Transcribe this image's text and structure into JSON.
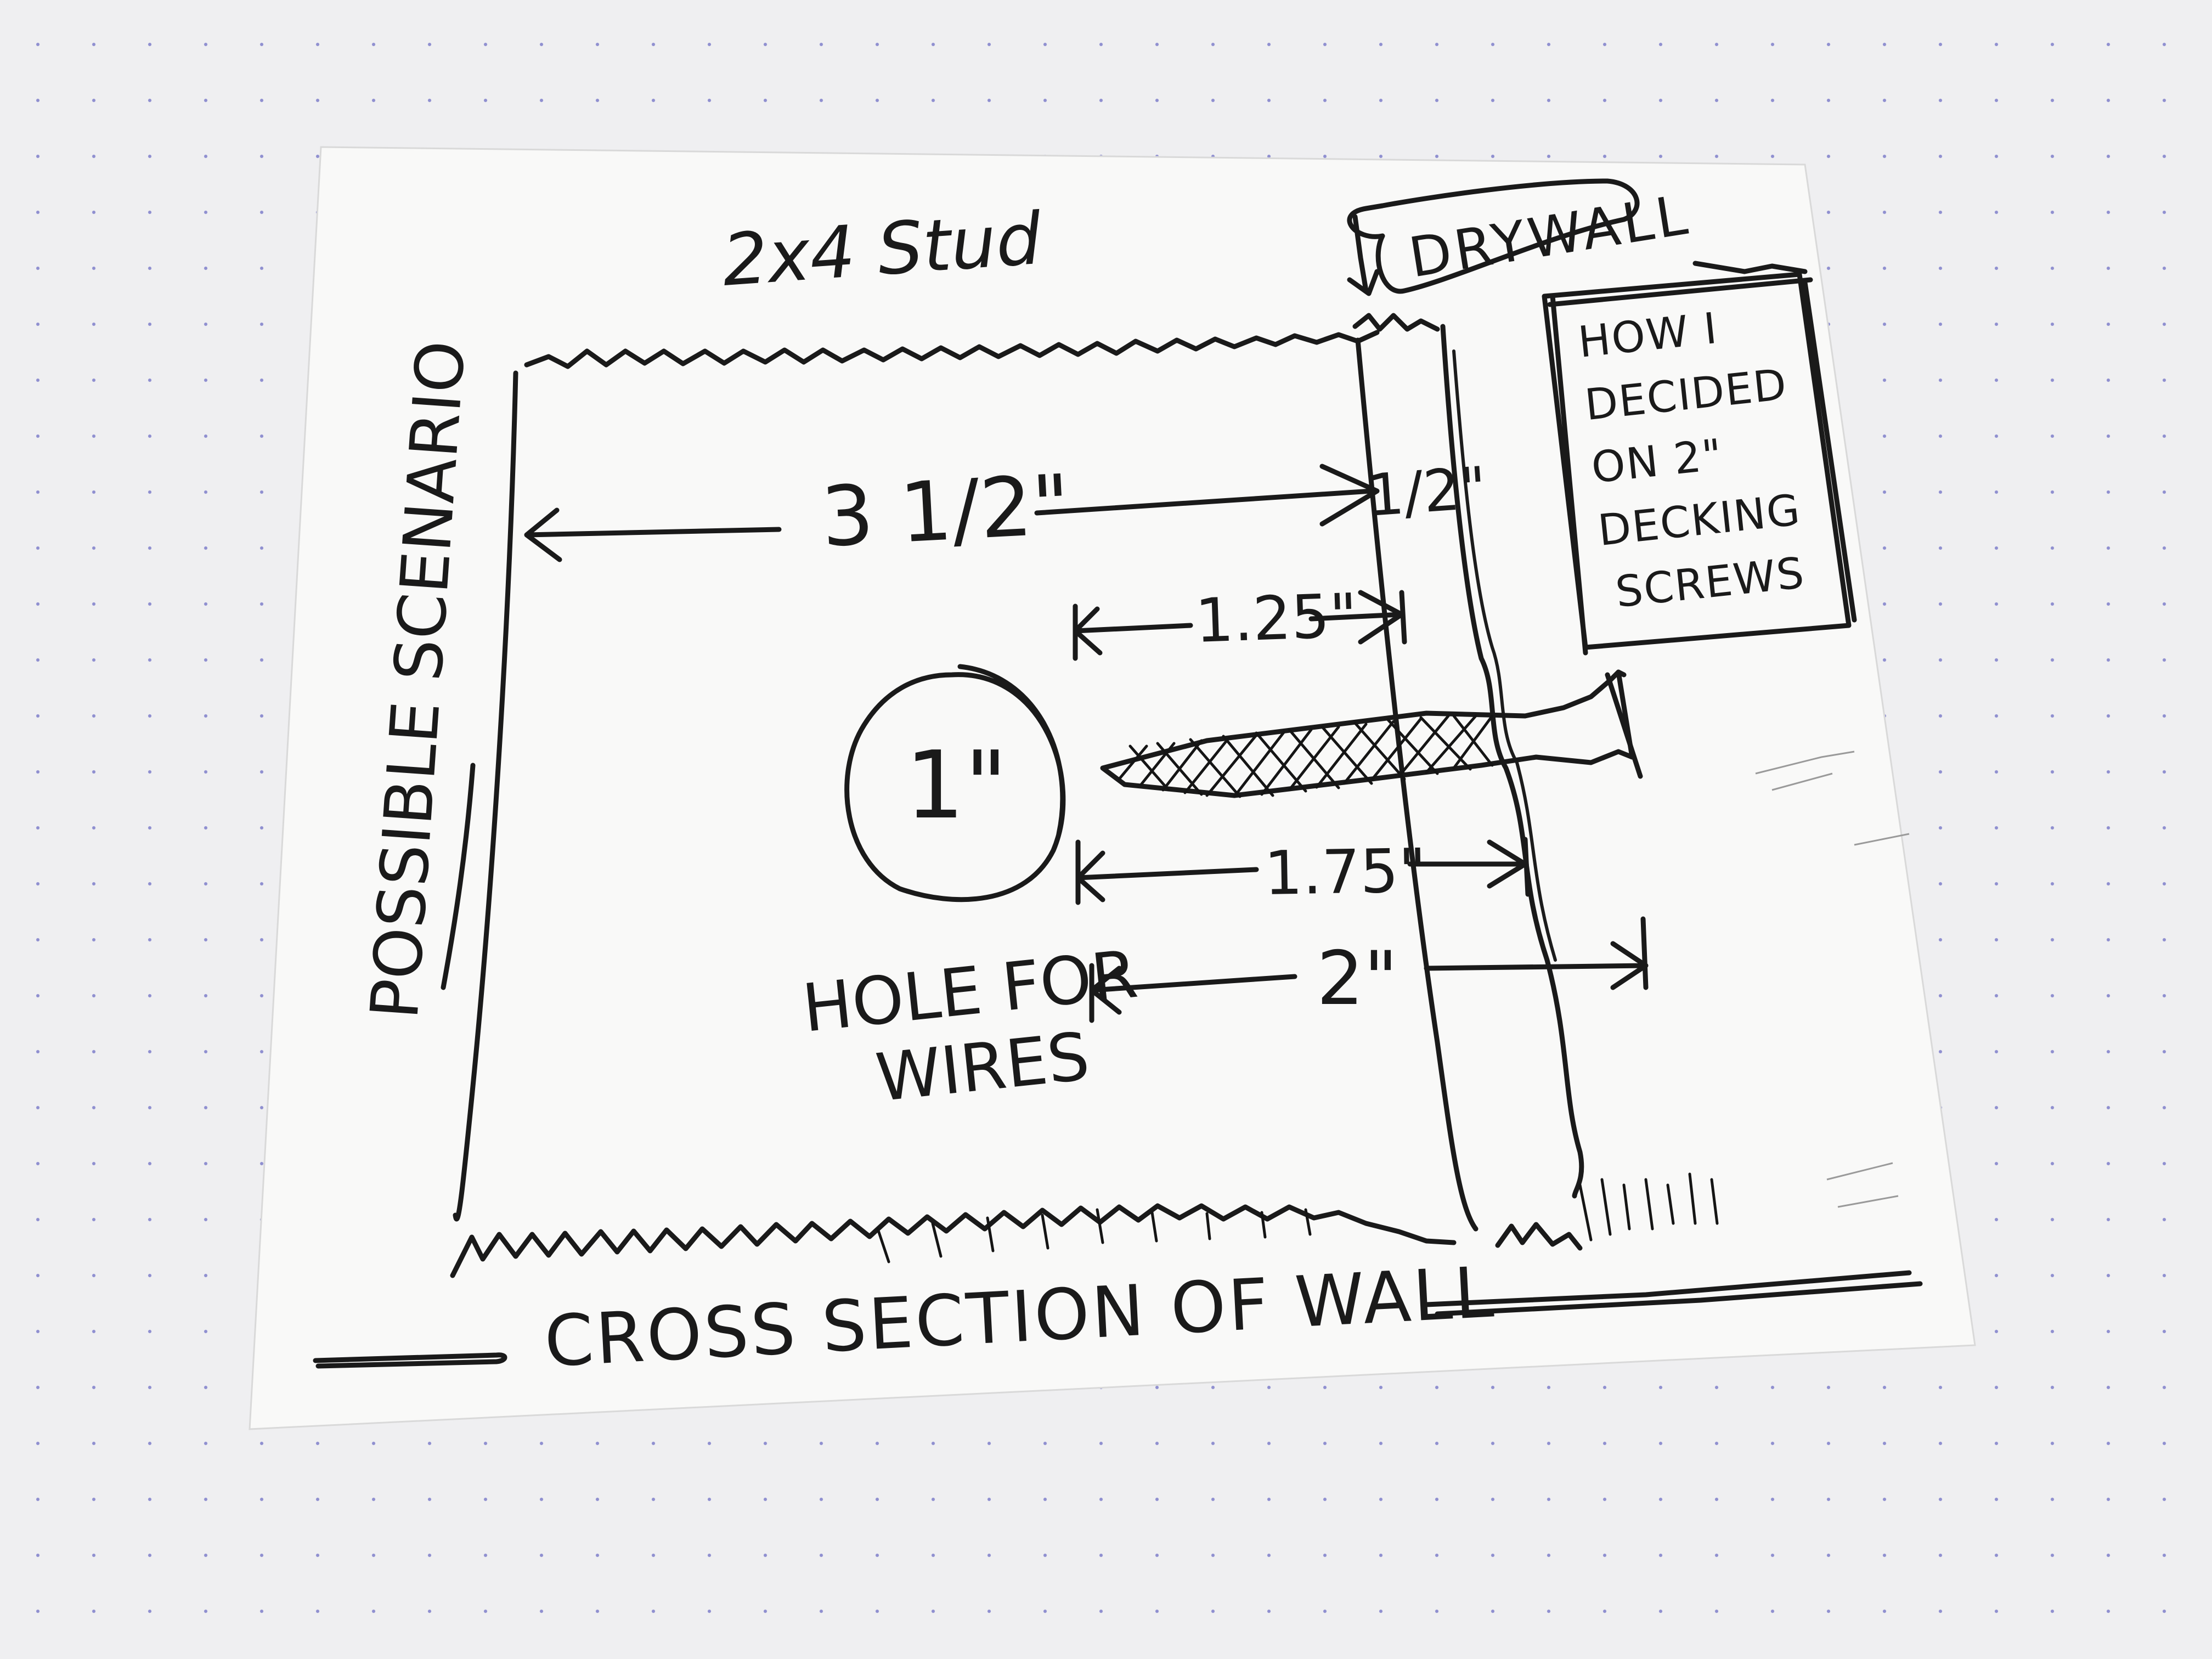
{
  "diagram": {
    "header_label": "2x4 Stud",
    "drywall_label": "DRYWALL",
    "side_label": "POSSIBLE SCENARIO",
    "footer_label": "CROSS SECTION OF WALL",
    "note_lines": [
      "HOW I",
      "DECIDED",
      "ON 2\"",
      "DECKING",
      "SCREWS"
    ],
    "dimensions": {
      "stud_width": "3 1/2\"",
      "drywall_thickness": "1/2\"",
      "hole_to_face": "1.25\"",
      "hole_to_drywall_back": "1.75\"",
      "screw_length": "2\""
    },
    "hole_label": "1\"",
    "hole_caption_lines": [
      "HOLE FOR",
      "WIRES"
    ]
  }
}
